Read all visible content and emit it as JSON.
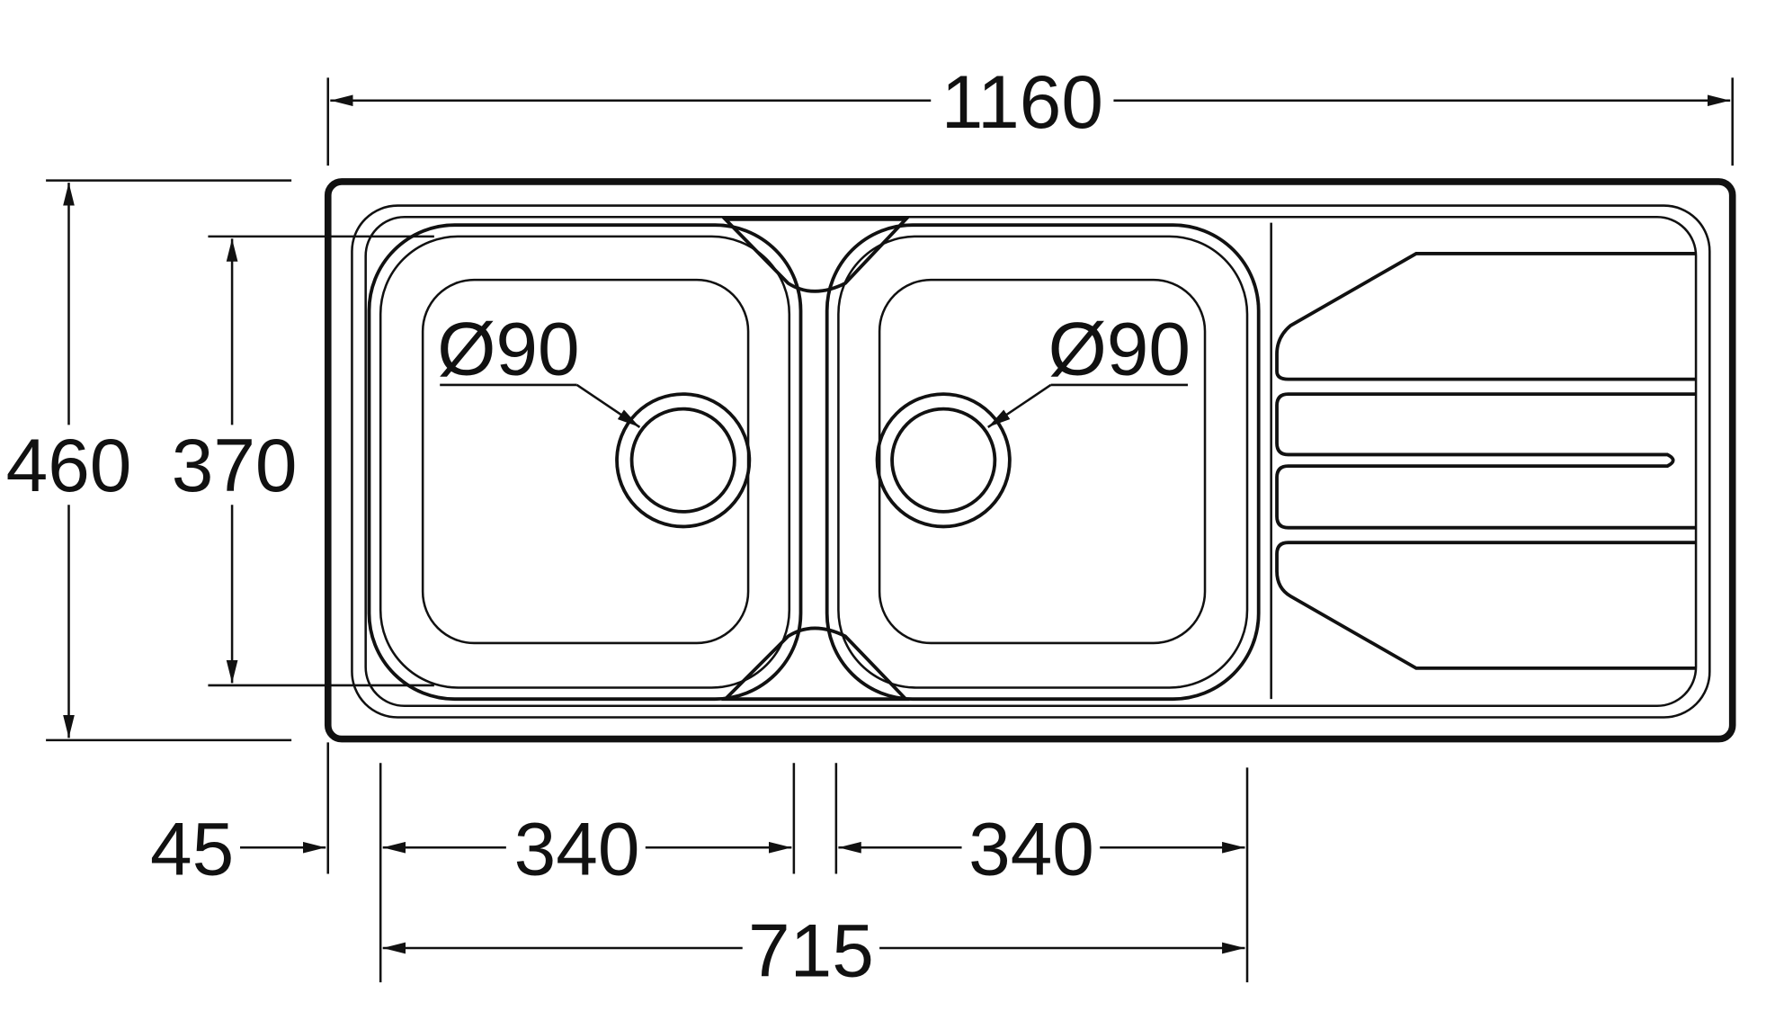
{
  "drawing": {
    "overall_width": "1160",
    "overall_depth": "460",
    "bowl_depth": "370",
    "edge_offset": "45",
    "bowl1_width": "340",
    "bowl2_width": "340",
    "bowls_total_width": "715",
    "drain1_diameter": "Ø90",
    "drain2_diameter": "Ø90"
  }
}
